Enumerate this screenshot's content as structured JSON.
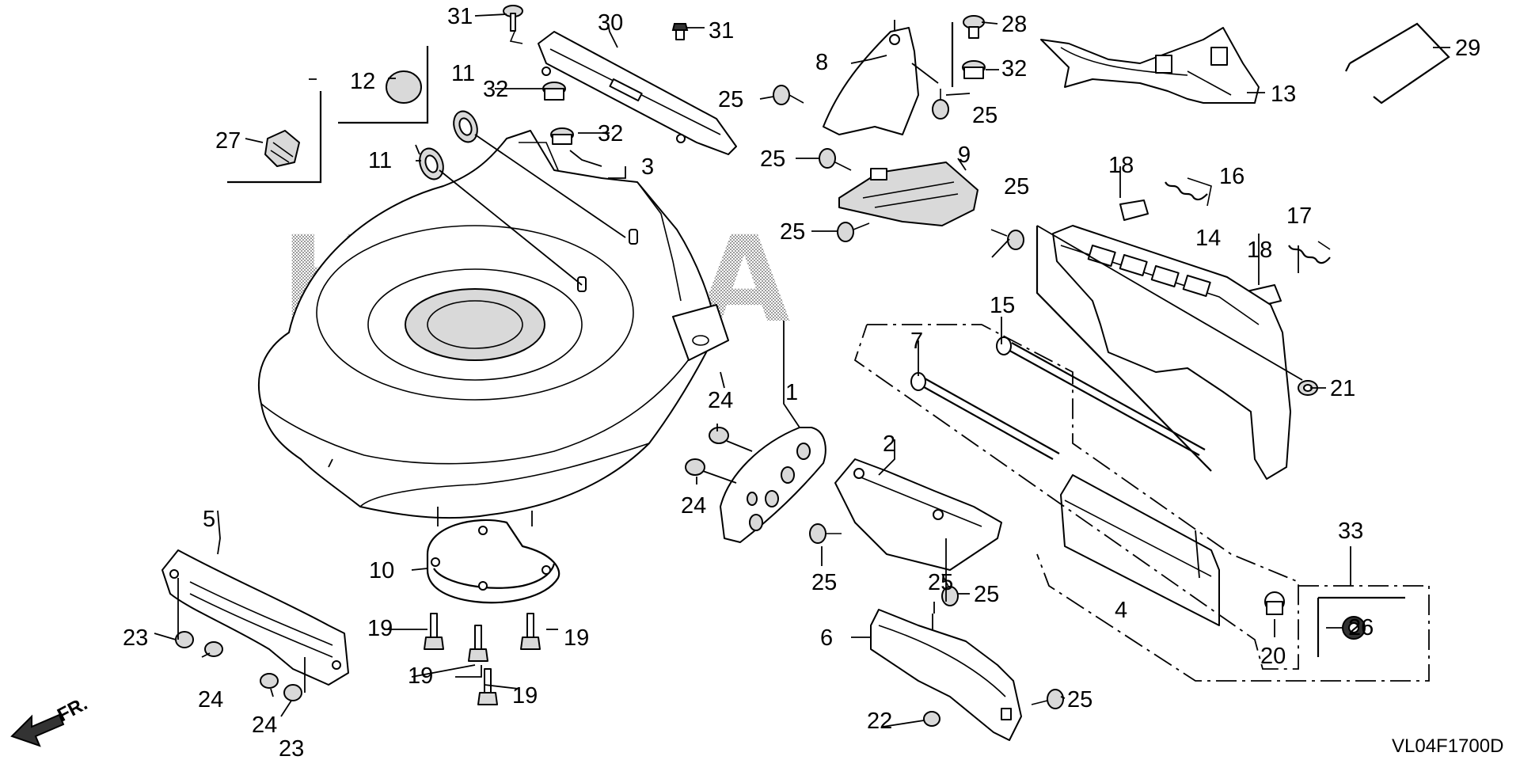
{
  "diagram": {
    "watermark": "HONDA",
    "code": "VL04F1700D",
    "front_label": "FR.",
    "callouts": {
      "c1": "1",
      "c2": "2",
      "c3": "3",
      "c4": "4",
      "c5": "5",
      "c6": "6",
      "c7": "7",
      "c8": "8",
      "c9": "9",
      "c10": "10",
      "c11a": "11",
      "c11b": "11",
      "c12": "12",
      "c13": "13",
      "c14": "14",
      "c15": "15",
      "c16": "16",
      "c17": "17",
      "c18a": "18",
      "c18b": "18",
      "c19a": "19",
      "c19b": "19",
      "c19c": "19",
      "c19d": "19",
      "c20": "20",
      "c21": "21",
      "c22": "22",
      "c23a": "23",
      "c23b": "23",
      "c24a": "24",
      "c24b": "24",
      "c24c": "24",
      "c24d": "24",
      "c25a": "25",
      "c25b": "25",
      "c25c": "25",
      "c25d": "25",
      "c25e": "25",
      "c25f": "25",
      "c25g": "25",
      "c25h": "25",
      "c25i": "25",
      "c26": "26",
      "c27": "27",
      "c28": "28",
      "c29": "29",
      "c30": "30",
      "c31a": "31",
      "c31b": "31",
      "c32a": "32",
      "c32b": "32",
      "c32c": "32",
      "c33": "33"
    }
  }
}
